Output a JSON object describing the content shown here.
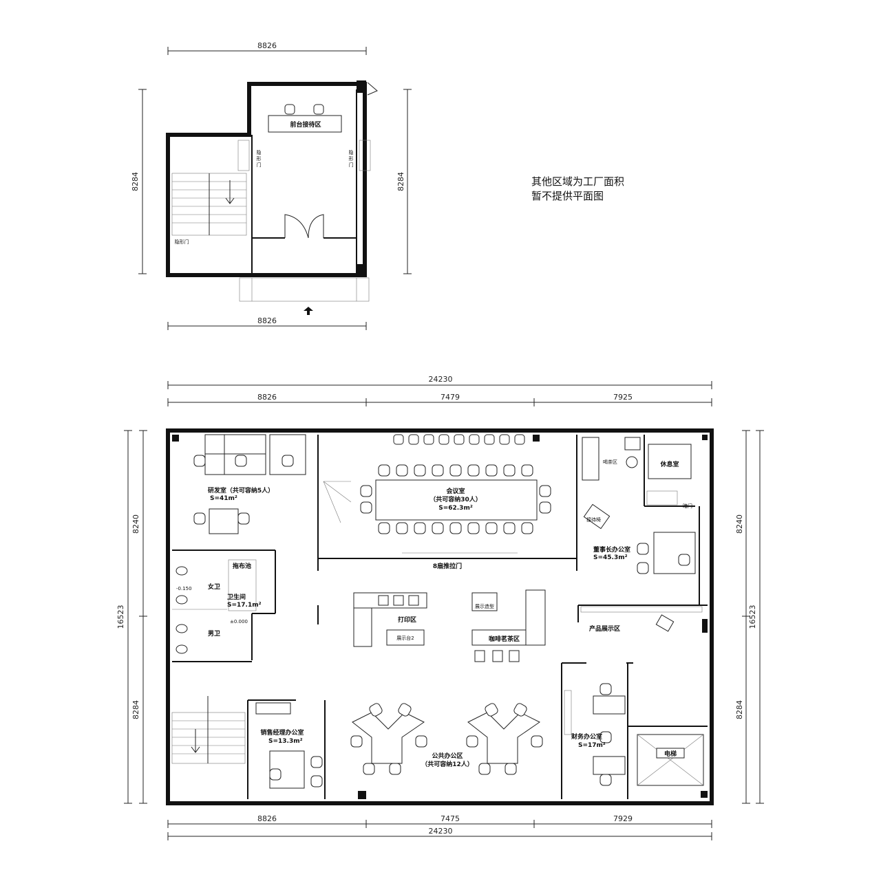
{
  "note": {
    "line1": "其他区域为工厂面积",
    "line2": "暂不提供平面图"
  },
  "top_plan": {
    "dim_top": "8826",
    "dim_bottom": "8826",
    "dim_left": "8284",
    "dim_right": "8284",
    "reception": "前台接待区",
    "door_left": [
      "隐",
      "形",
      "门"
    ],
    "door_right": [
      "隐",
      "形",
      "门"
    ],
    "hidden_door": "隐形门"
  },
  "main_plan": {
    "dim_total_top": "24230",
    "dim_top": [
      "8826",
      "7479",
      "7925"
    ],
    "dim_bottom": [
      "8826",
      "7475",
      "7929"
    ],
    "dim_total_bottom": "24230",
    "dim_left": [
      "8240",
      "16523",
      "8284"
    ],
    "dim_right": [
      "8240",
      "16523",
      "8284"
    ],
    "rnd_room": "研发室（共可容纳5人）",
    "rnd_area": "S=41m²",
    "meeting_room": "会议室",
    "meeting_cap": "（共可容纳30人）",
    "meeting_area": "S=62.3m²",
    "tea_area": "喝茶区",
    "rest_room": "休息室",
    "dark_door": "暗门",
    "reception_chair": "接待椅",
    "chairman_office": "董事长办公室",
    "chairman_area": "S=45.3m²",
    "sliding_door": "8扇推拉门",
    "mop_sink": "拖布池",
    "female_wc": "女卫",
    "toilet": "卫生间",
    "toilet_area": "S=17.1m²",
    "male_wc": "男卫",
    "level_a": "-0.150",
    "level_b": "±0.000",
    "print_area": "打印区",
    "display_1": "展示造型",
    "display_2": "展示台2",
    "coffee_area": "咖啡茗茶区",
    "product_area": "产品展示区",
    "sales_office": "销售经理办公室",
    "sales_area": "S=13.3m²",
    "public_office": "公共办公区",
    "public_cap": "（共可容纳12人）",
    "finance_office": "财务办公室",
    "finance_area": "S=17m²",
    "elevator": "电梯"
  }
}
